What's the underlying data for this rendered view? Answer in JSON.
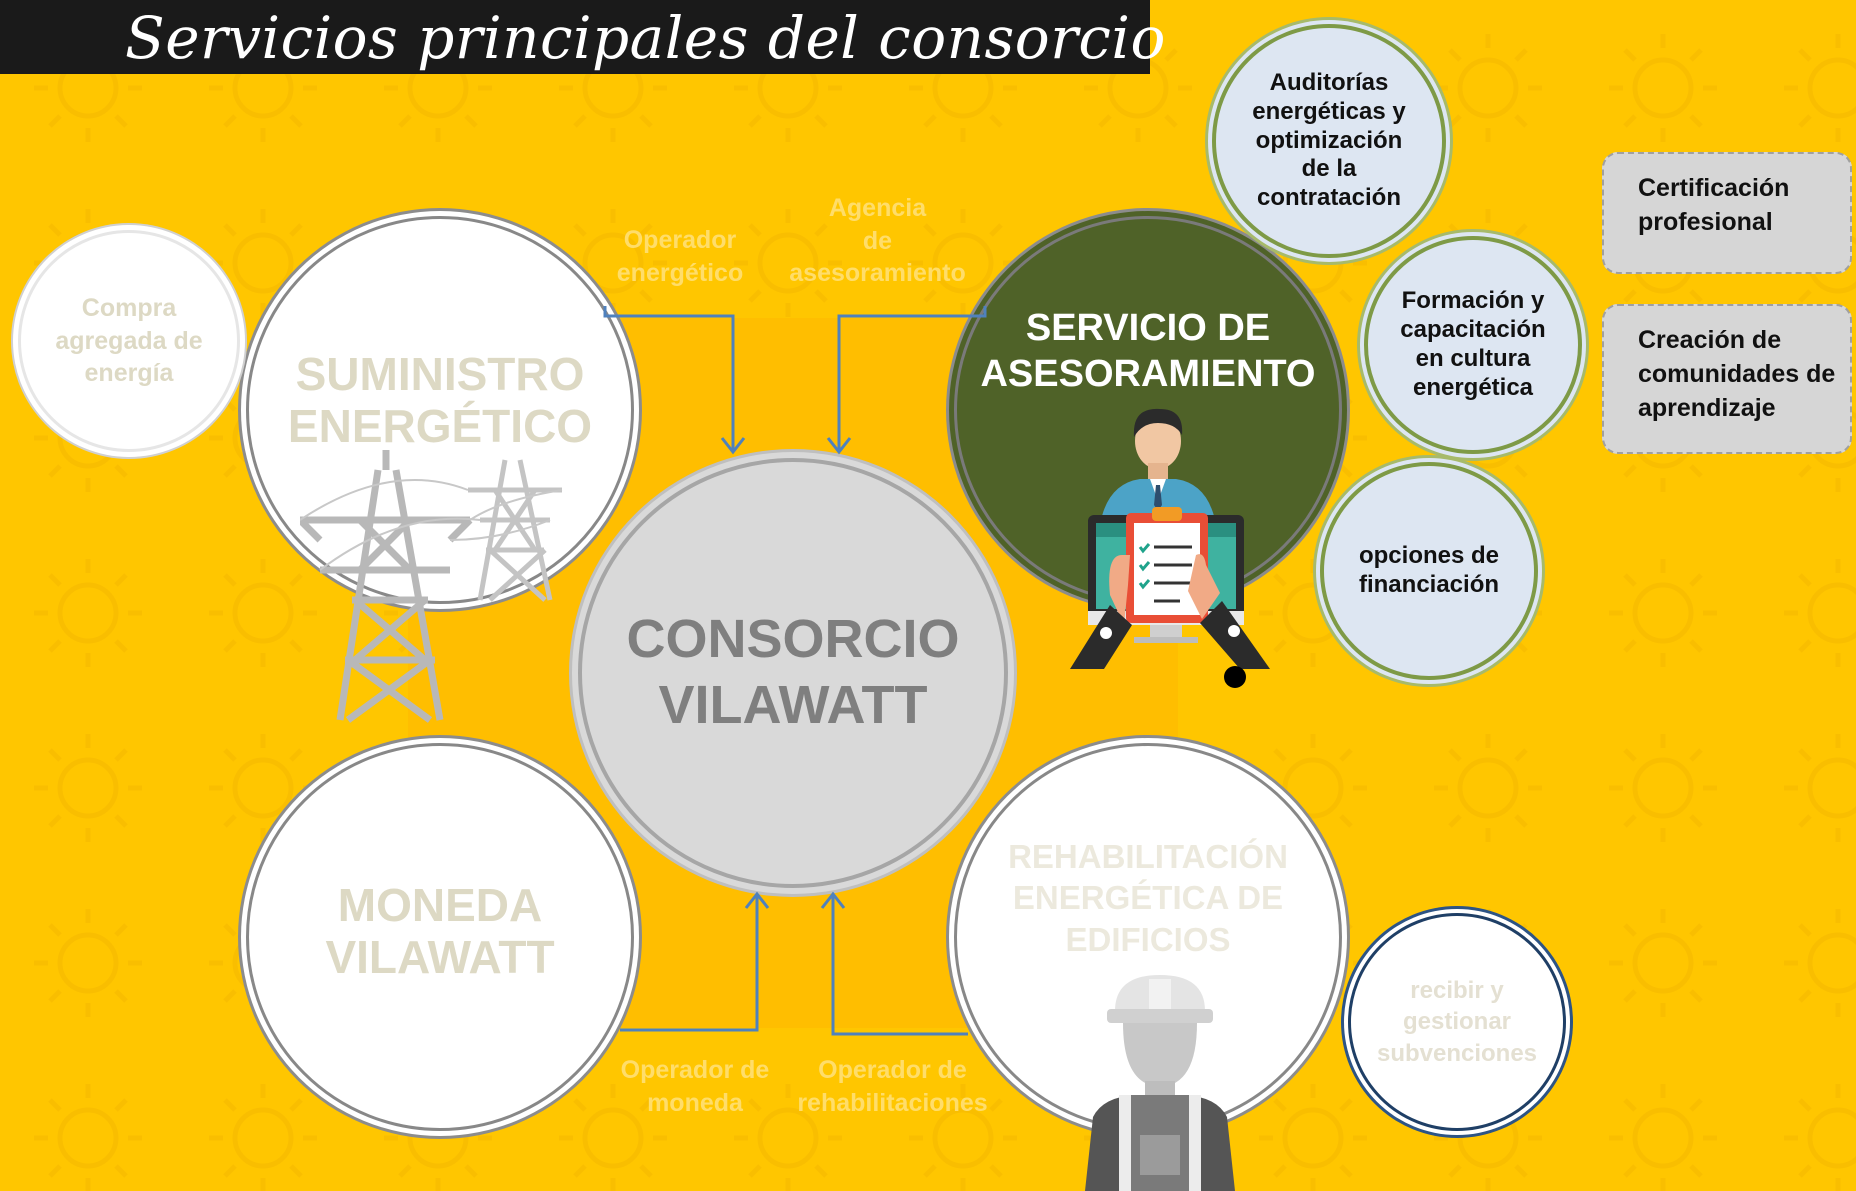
{
  "title": "Servicios principales del consorcio",
  "center": {
    "line1": "CONSORCIO",
    "line2": "VILAWATT"
  },
  "suministro": {
    "line1": "SUMINISTRO",
    "line2": "ENERGÉTICO"
  },
  "compra": {
    "line1": "Compra",
    "line2": "agregada de",
    "line3": "energía"
  },
  "asesoramiento": {
    "line1": "SERVICIO DE",
    "line2": "ASESORAMIENTO"
  },
  "moneda": {
    "line1": "MONEDA",
    "line2": "VILAWATT"
  },
  "rehabilitacion": {
    "line1": "REHABILITACIÓN",
    "line2": "ENERGÉTICA  DE",
    "line3": "EDIFICIOS"
  },
  "subvenciones": {
    "line1": "recibir y",
    "line2": "gestionar",
    "line3": "subvenciones"
  },
  "connectors": {
    "operador_energetico": {
      "line1": "Operador",
      "line2": "energético"
    },
    "agencia": {
      "line1": "Agencia",
      "line2": "de",
      "line3": "asesoramiento"
    },
    "operador_moneda": {
      "line1": "Operador de",
      "line2": "moneda"
    },
    "operador_rehab": {
      "line1": "Operador de",
      "line2": "rehabilitaciones"
    }
  },
  "services": {
    "auditorias": {
      "line1": "Auditorías",
      "line2": "energéticas y",
      "line3": "optimización",
      "line4": "de la",
      "line5": "contratación"
    },
    "formacion": {
      "line1": "Formación  y",
      "line2": "capacitación",
      "line3": "en cultura",
      "line4": "energética"
    },
    "financiacion": {
      "line1": "opciones de",
      "line2": "financiación"
    }
  },
  "boxes": {
    "certificacion": {
      "line1": "Certificación",
      "line2": "profesional"
    },
    "comunidades": {
      "line1": "Creación de",
      "line2": "comunidades de",
      "line3": "aprendizaje"
    }
  },
  "colors": {
    "background": "#FFC600",
    "advisory_circle": "#4F6228",
    "center_circle": "#d9d9d9",
    "connector_arrow": "#4F81BD",
    "faded_text": "#ddd9c4"
  }
}
